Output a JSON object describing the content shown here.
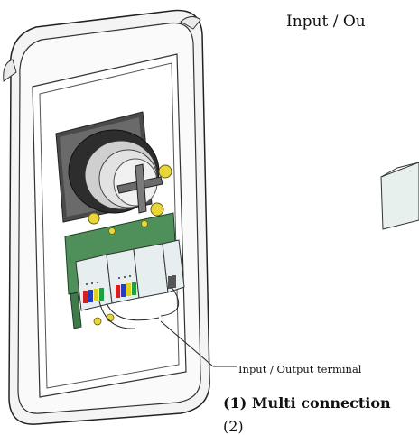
{
  "header": {
    "title": "Input / Ou"
  },
  "callout": {
    "label": "Input / Output terminal"
  },
  "list": {
    "item1": "(1)  Multi connection",
    "item2": "(2)"
  }
}
